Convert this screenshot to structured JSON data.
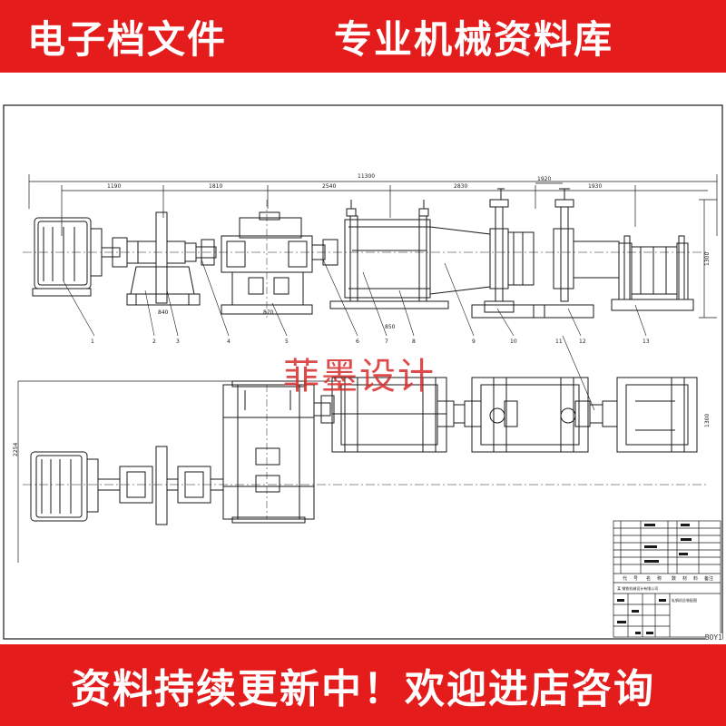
{
  "top_banner": {
    "left": "电子档文件",
    "right": "专业机械资料库"
  },
  "bottom_banner": {
    "text": "资料持续更新中！欢迎进店咨询"
  },
  "watermark": "菲墨设计",
  "corner_code": "BOY1",
  "dimensions": {
    "overall": "11300",
    "seg1": "1190",
    "seg2": "1810",
    "seg3": "2540",
    "seg4": "2830",
    "seg5": "1920",
    "seg6": "1930",
    "base1": "840",
    "base2": "870",
    "base3": "850",
    "height_right": "1300",
    "height_lower": "1300",
    "height_left": "2254"
  },
  "part_numbers": [
    "1",
    "2",
    "3",
    "4",
    "5",
    "6",
    "7",
    "8",
    "9",
    "10",
    "11",
    "12",
    "13"
  ],
  "title_block": {
    "header": [
      "代",
      "号",
      "名",
      "称",
      "数",
      "材",
      "料",
      "备注"
    ],
    "title": "轧钢机总装配图",
    "subtitle": "某 钢铁机械设计有限公司"
  },
  "colors": {
    "banner": "#e51c1c",
    "line": "#1a1a1a",
    "watermark": "#d72b2b"
  }
}
